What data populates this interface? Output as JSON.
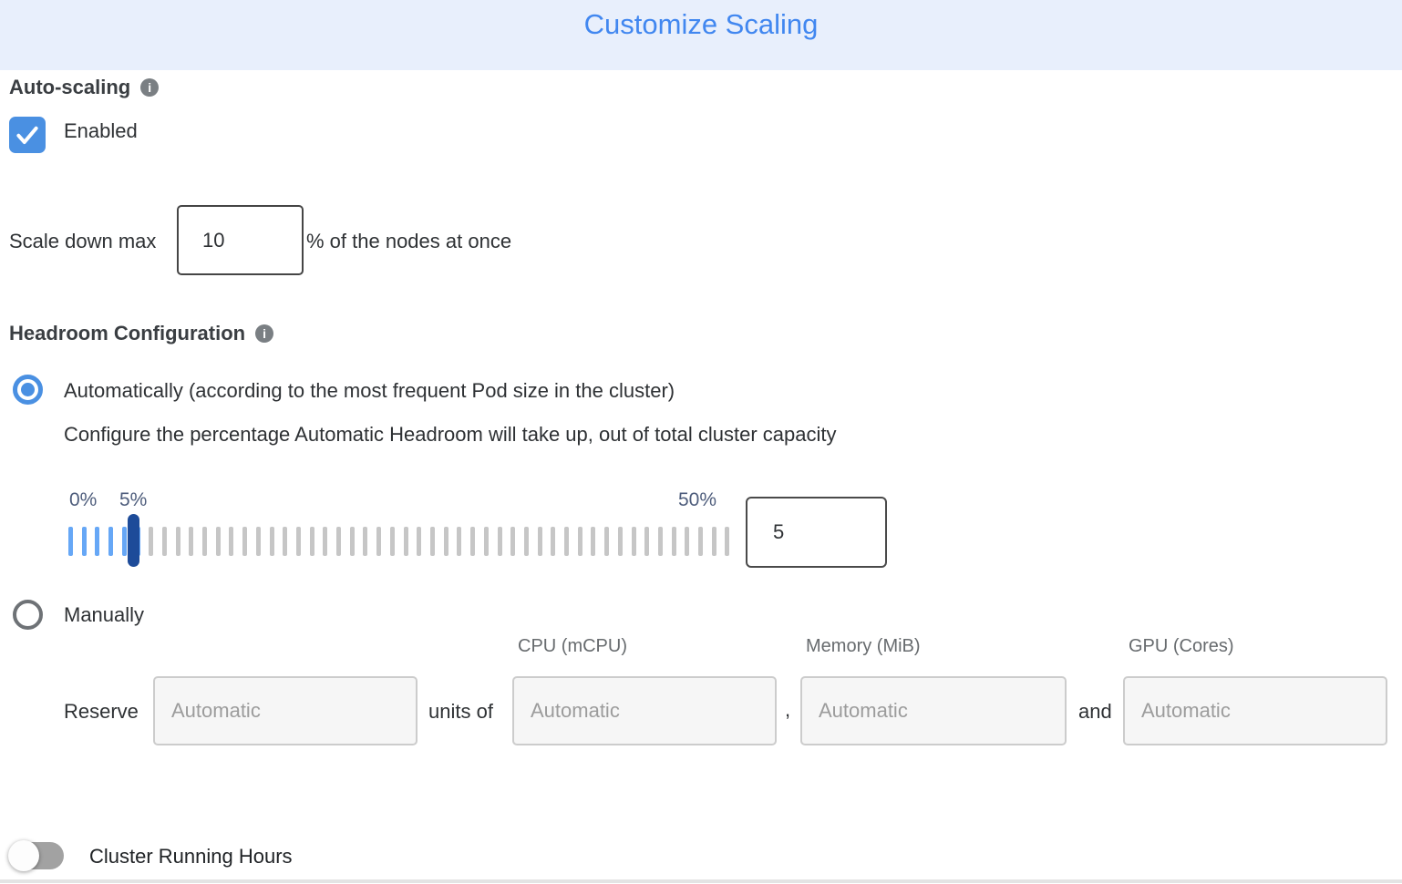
{
  "header": {
    "title": "Customize Scaling"
  },
  "icons": {
    "info_glyph": "i"
  },
  "colors": {
    "header_bg": "#e8effc",
    "title_blue": "#4187f0",
    "accent_blue": "#4a90e2",
    "slider_handle": "#1d4b99",
    "slider_tick_filled": "#66a7f6",
    "slider_tick_empty": "#c6c6c6"
  },
  "auto_scaling": {
    "section_label": "Auto-scaling",
    "enabled_label": "Enabled",
    "checkbox_checked": true,
    "scale_down_prefix": "Scale down max",
    "scale_down_value": "10",
    "scale_down_suffix": "% of the nodes at once"
  },
  "headroom": {
    "section_label": "Headroom Configuration",
    "automatic_label": "Automatically (according to the most frequent Pod size in the cluster)",
    "automatic_selected": true,
    "automatic_description": "Configure the percentage Automatic Headroom will take up, out of total cluster capacity",
    "slider": {
      "min_label": "0%",
      "current_label": "5%",
      "max_label": "50%",
      "value": "5",
      "tick_count": 50,
      "filled_tick_count": 6
    },
    "manual_label": "Manually",
    "manual_selected": false,
    "reserve": {
      "prefix": "Reserve",
      "units_of": "units of",
      "comma": ",",
      "and": "and",
      "placeholder": "Automatic",
      "columns": [
        "CPU (mCPU)",
        "Memory (MiB)",
        "GPU (Cores)"
      ]
    }
  },
  "cluster_running_hours": {
    "label": "Cluster Running Hours",
    "enabled": false
  }
}
